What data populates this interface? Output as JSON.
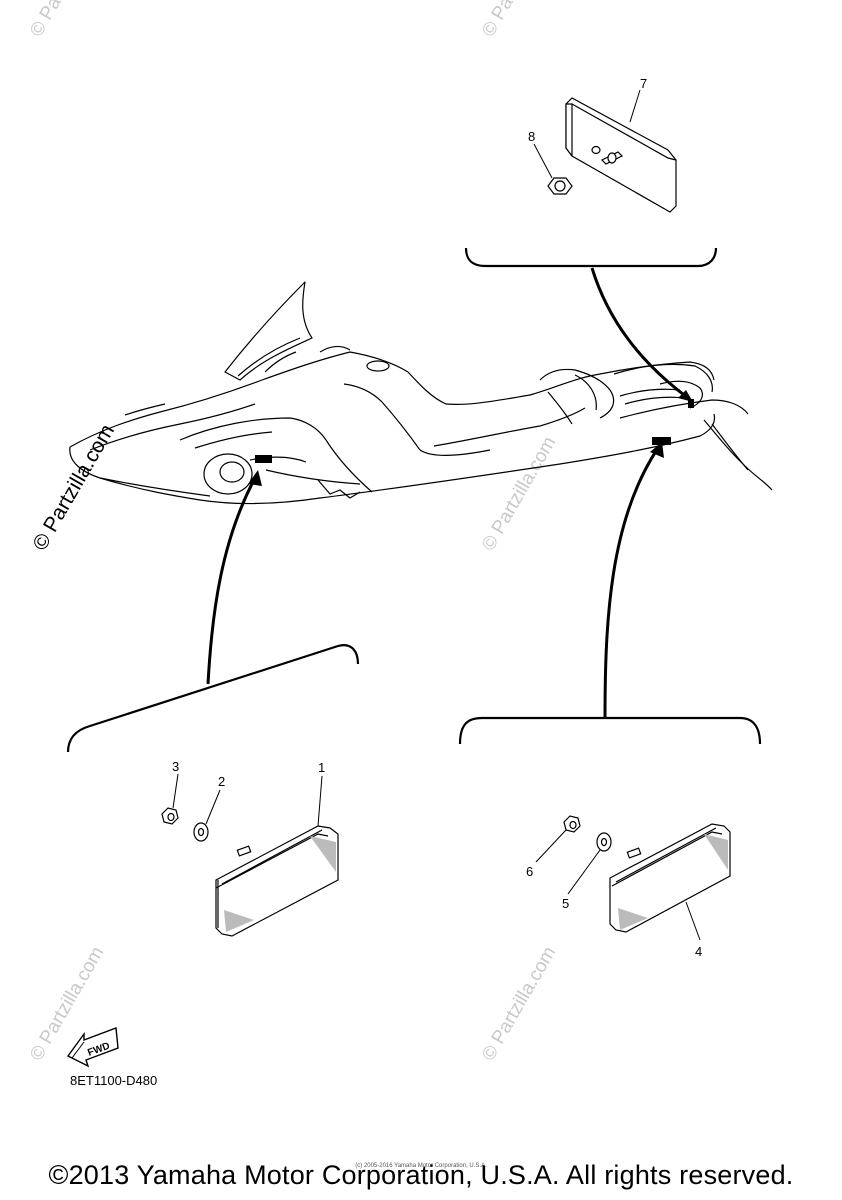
{
  "watermark": "© Partzilla.com",
  "callouts": {
    "c1": "1",
    "c2": "2",
    "c3": "3",
    "c4": "4",
    "c5": "5",
    "c6": "6",
    "c7": "7",
    "c8": "8"
  },
  "fwd_label": "FWD",
  "diagram_code": "8ET1100-D480",
  "small_copyright": "(c) 2005-2016 Yamaha Motor Corporation, U.S.A.",
  "copyright": "©2013 Yamaha Motor Corporation, U.S.A. All rights reserved."
}
